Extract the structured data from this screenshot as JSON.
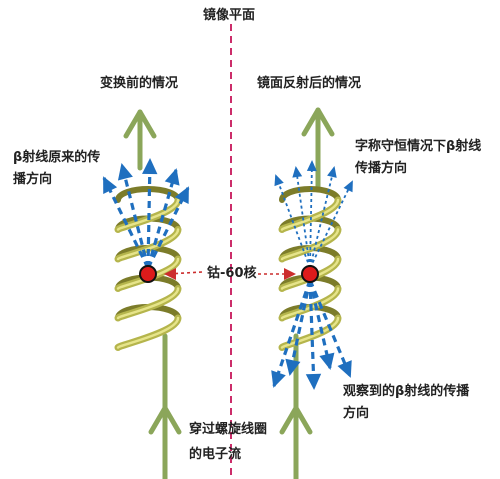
{
  "labels": {
    "mirror_plane": "镜像平面",
    "before": "变换前的情况",
    "after": "镜面反射后的情况",
    "beta_original": [
      "β射线原来的传",
      "播方向"
    ],
    "beta_parity_conserved": [
      "字称守恒情况下β射线",
      "传播方向"
    ],
    "nucleus": "钴-60核",
    "beta_observed": [
      "观察到的β射线的传播",
      "方向"
    ],
    "electron_current": [
      "穿过螺旋线圈",
      "的电子流"
    ]
  },
  "colors": {
    "wire": "#8ba65a",
    "coil": "#b5b54c",
    "coil_highlight": "#e6e48a",
    "coil_shadow": "#7c7c2a",
    "beta_arrow": "#1f6fbf",
    "nucleus": "#dd1b1b",
    "mirror_line": "#cc2d6a"
  },
  "icons": {
    "nucleus": "red-dot",
    "beta_ray": "blue-dashed-arrow",
    "current": "green-arrow"
  }
}
